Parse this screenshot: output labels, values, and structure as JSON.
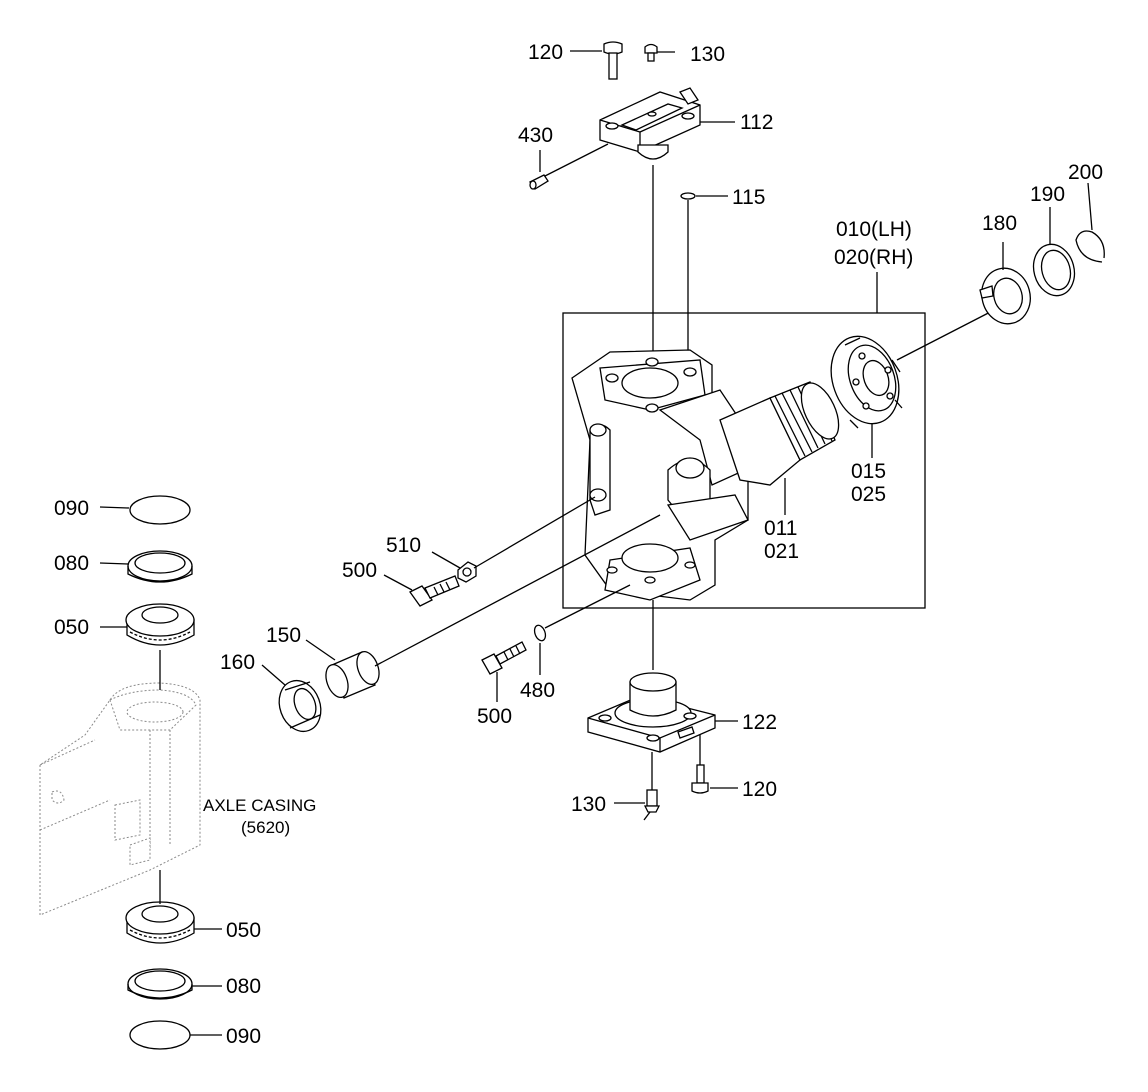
{
  "labels": {
    "p120_top": "120",
    "p130_top": "130",
    "p112": "112",
    "p430": "430",
    "p115": "115",
    "p010": "010(LH)",
    "p020": "020(RH)",
    "p180": "180",
    "p190": "190",
    "p200": "200",
    "p015": "015",
    "p025": "025",
    "p011": "011",
    "p021": "021",
    "p510": "510",
    "p500_left": "500",
    "p150": "150",
    "p160": "160",
    "p500_mid": "500",
    "p480": "480",
    "p122": "122",
    "p120_bot": "120",
    "p130_bot": "130",
    "p090_top": "090",
    "p080_top": "080",
    "p050_top": "050",
    "p050_bot": "050",
    "p080_bot": "080",
    "p090_bot": "090"
  },
  "casing": {
    "title": "AXLE CASING",
    "code": "(5620)"
  }
}
